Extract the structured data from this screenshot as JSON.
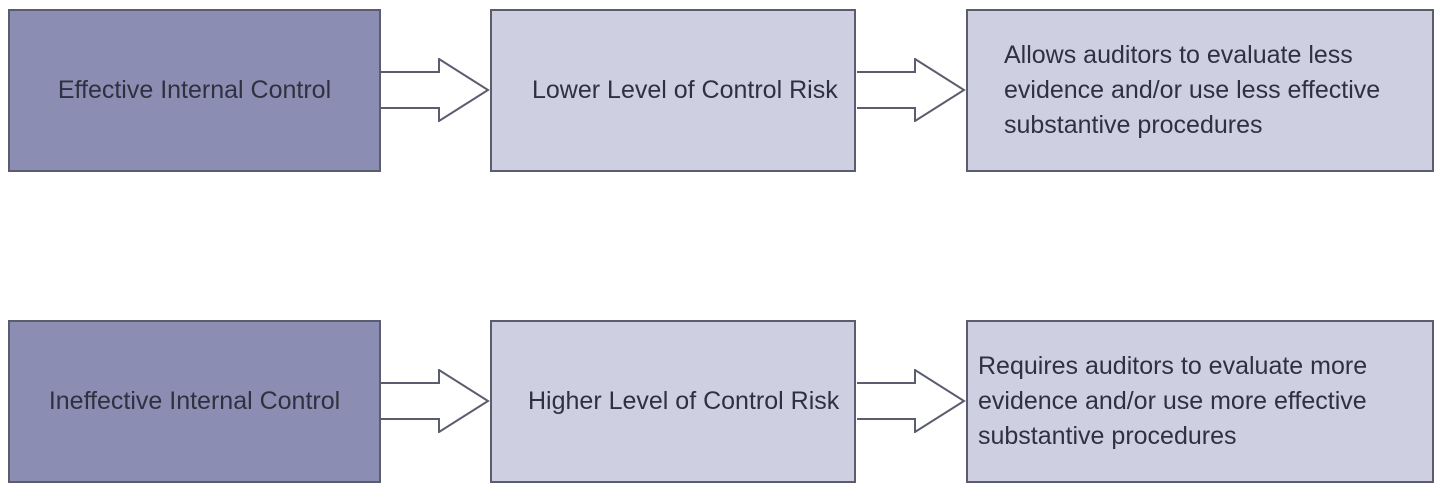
{
  "rows": [
    {
      "cause": "Effective Internal Control",
      "risk": "Lower Level of Control Risk",
      "effect": "Allows auditors to evaluate less evidence and/or use less effective substantive procedures"
    },
    {
      "cause": "Ineffective Internal Control",
      "risk": "Higher Level of Control Risk",
      "effect": "Requires auditors to evaluate more evidence and/or use more effective substantive procedures"
    }
  ],
  "colors": {
    "dark_box": "#8c8db2",
    "light_box": "#cfcfe2",
    "border": "#5b5d6e",
    "text": "#2f3140"
  },
  "icons": [
    "hollow-arrow-right-icon"
  ]
}
